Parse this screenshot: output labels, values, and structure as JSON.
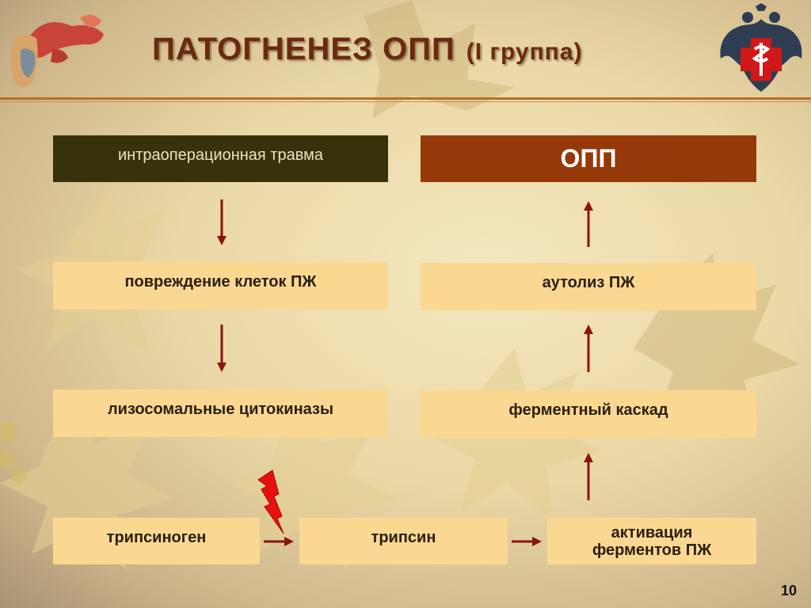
{
  "slide": {
    "title_main": "ПАТОГНЕНЕЗ  ОПП",
    "title_group": "(I группа)",
    "page_number": "10"
  },
  "boxes": {
    "trauma": "интраоперационная травма",
    "opp": "ОПП",
    "cell_damage": "повреждение клеток ПЖ",
    "autolysis": "аутолиз ПЖ",
    "lysosomal": "лизосомальные цитокиназы",
    "cascade": "ферментный каскад",
    "trypsinogen": "трипсиноген",
    "trypsin": "трипсин",
    "activation_line1": "активация",
    "activation_line2": "ферментов ПЖ"
  },
  "icons": {
    "left_logo": "pancreas-organ-icon",
    "right_logo": "double-headed-eagle-emblem-icon",
    "trigger": "lightning-bolt-icon"
  },
  "colors": {
    "dark_box": "#37320c",
    "opp_box": "#963908",
    "light_box": "#fad892",
    "arrow": "#8b1410",
    "title": "#6b2a10",
    "rule": "#b76e2a"
  }
}
